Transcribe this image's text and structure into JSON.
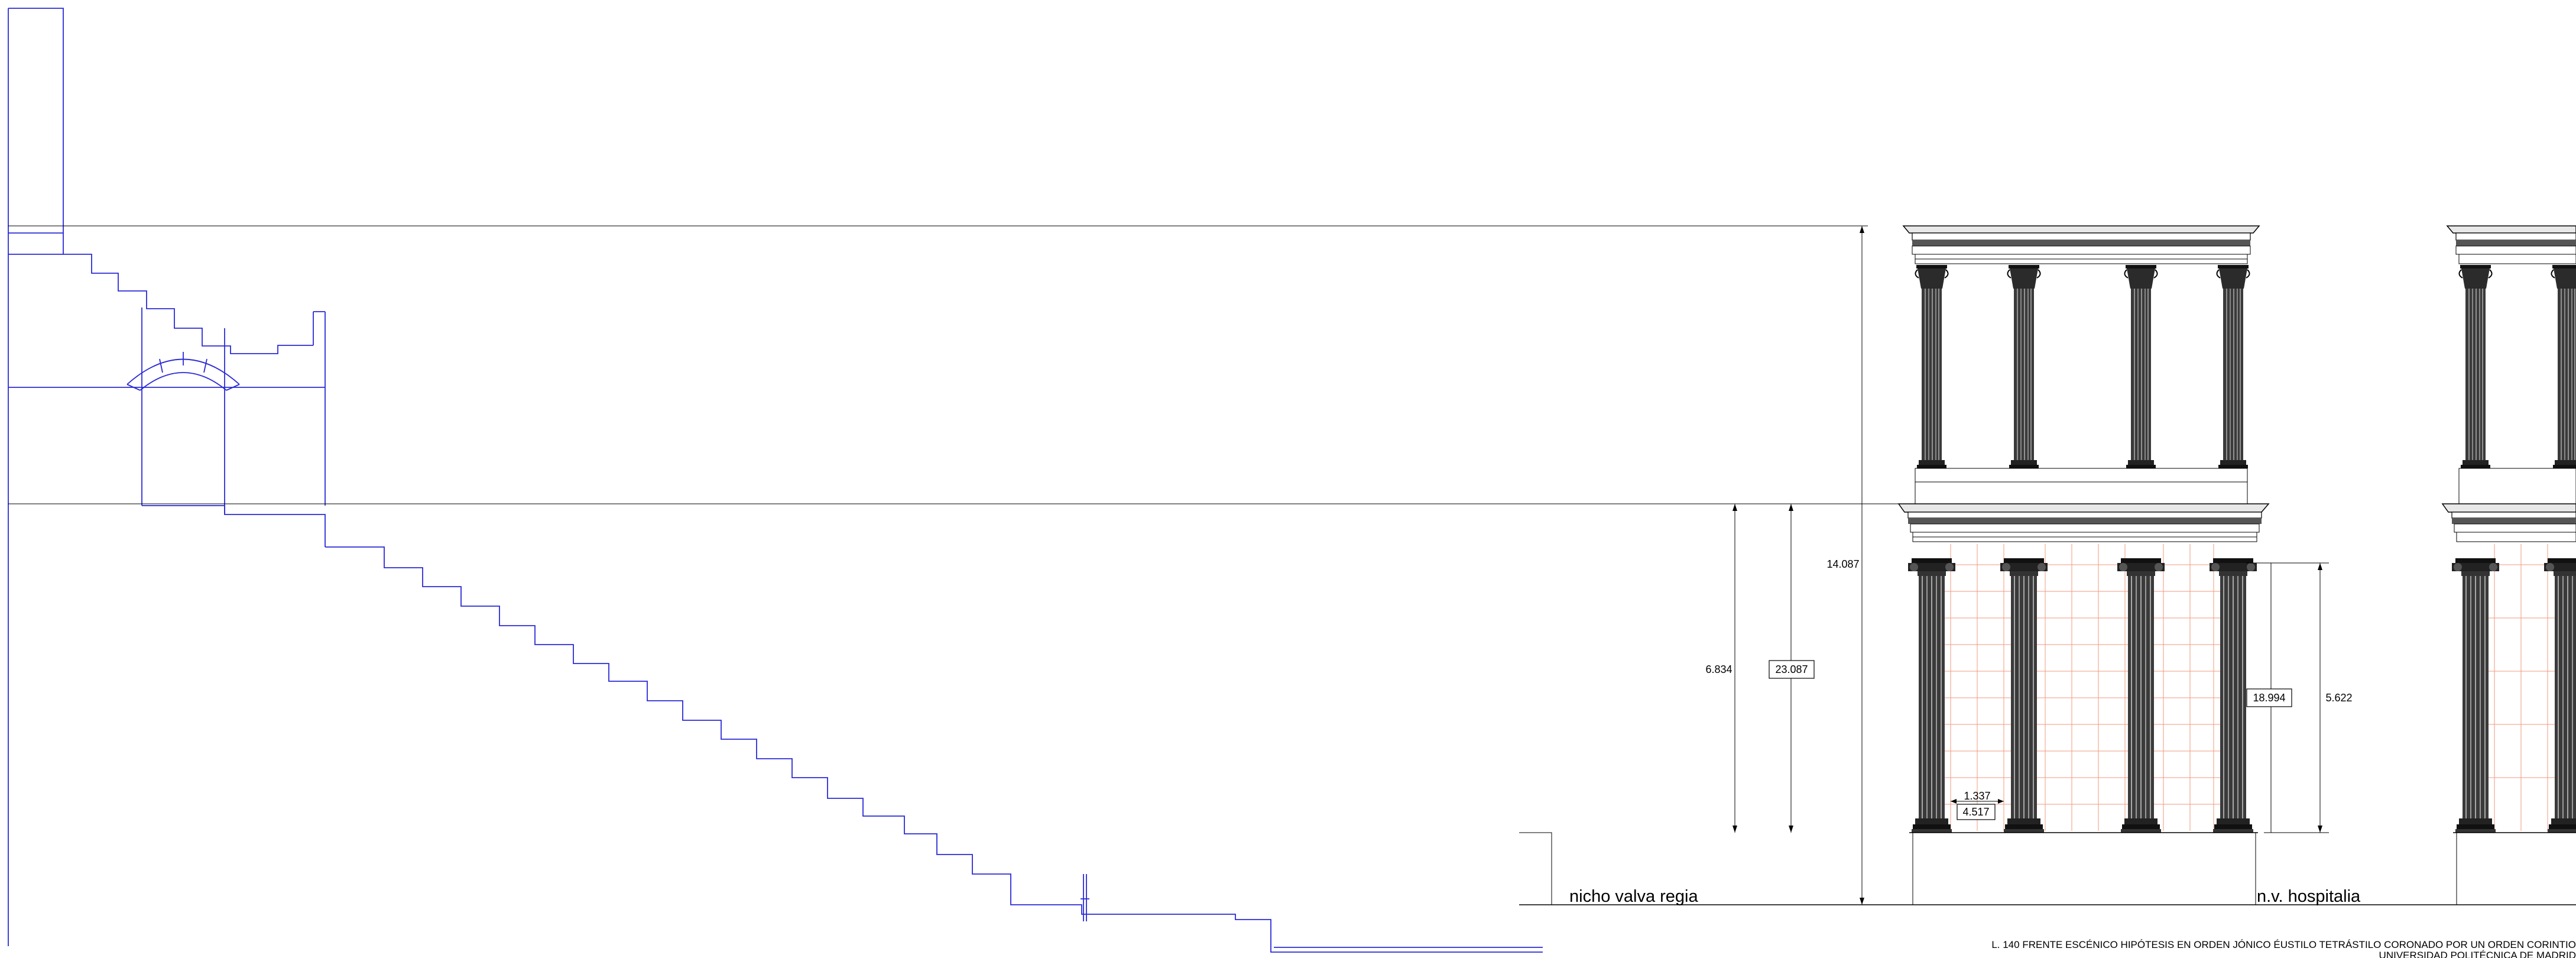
{
  "drawing": {
    "dimensions": {
      "overall_height": "14.087",
      "lower_order_height": "6.834",
      "lower_boxed": "23.087",
      "column_height": "5.622",
      "column_boxed": "18.994",
      "intercolumn": "1.337",
      "intercolumn_boxed": "4.517"
    },
    "labels": {
      "niche": "nicho valva regia",
      "hospitalia": "n.v. hospitalia"
    },
    "caption": {
      "line1": "L. 140 FRENTE ESCÉNICO HIPÓTESIS EN ORDEN JÓNICO ÉUSTILO TETRÁSTILO CORONADO POR UN ORDEN CORINTIO",
      "line2": "UNIVERSIDAD POLITÉCNICA DE MADRID"
    },
    "colors": {
      "linework": "#000000",
      "section_lines": "#2a2ad6",
      "grid": "#f08060"
    }
  }
}
